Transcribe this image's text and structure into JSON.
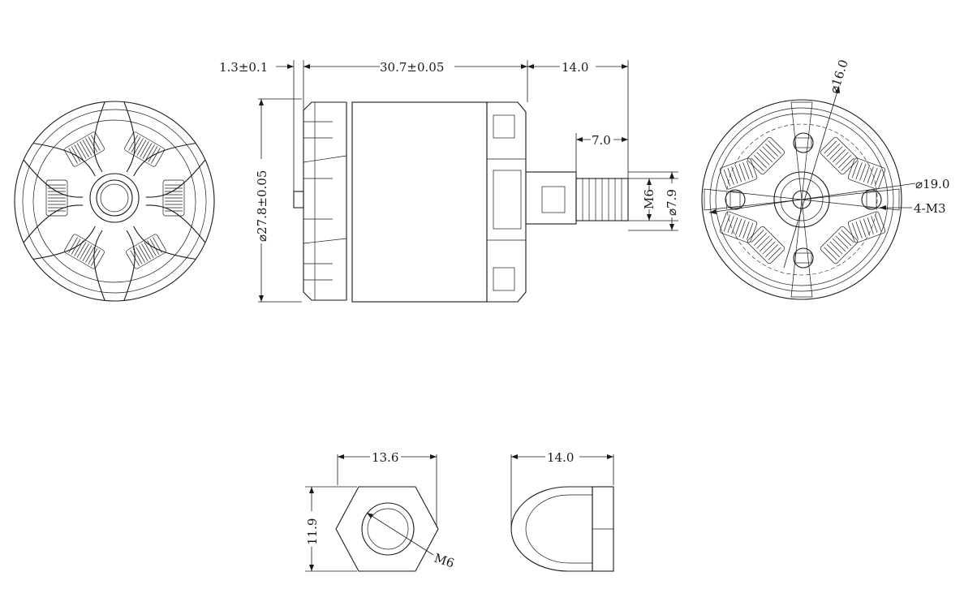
{
  "dimensions": {
    "flange_thickness": "1.3±0.1",
    "body_length": "30.7±0.05",
    "shaft_length": "14.0",
    "thread_length": "7.0",
    "body_diameter": "⌀27.8±0.05",
    "thread_size": "M6",
    "shaft_diameter": "⌀7.9",
    "bolt_circle_small": "⌀16.0",
    "bolt_circle_large": "⌀19.0",
    "mount_holes": "4-M3",
    "nut_width": "13.6",
    "nut_height": "11.9",
    "nut_thread": "M6",
    "prop_nut_length": "14.0"
  }
}
